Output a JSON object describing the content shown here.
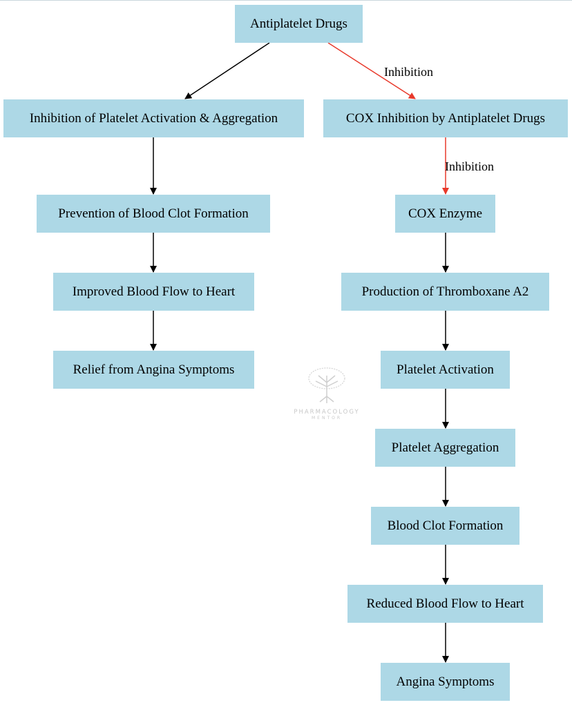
{
  "nodes": {
    "antiplatelet": "Antiplatelet Drugs",
    "inhibition_platelet": "Inhibition of Platelet Activation & Aggregation",
    "cox_inhibition": "COX Inhibition by Antiplatelet Drugs",
    "prevention": "Prevention of Blood Clot Formation",
    "cox_enzyme": "COX Enzyme",
    "improved_flow": "Improved Blood Flow to Heart",
    "thromboxane": "Production of Thromboxane A2",
    "relief": "Relief from Angina Symptoms",
    "platelet_activation": "Platelet Activation",
    "platelet_aggregation": "Platelet Aggregation",
    "clot_formation": "Blood Clot Formation",
    "reduced_flow": "Reduced Blood Flow to Heart",
    "angina": "Angina Symptoms"
  },
  "edge_labels": {
    "drugs_to_cox": "Inhibition",
    "cox_to_enzyme": "Inhibition"
  },
  "colors": {
    "node_fill": "#add8e6",
    "edge_default": "#000000",
    "edge_inhibition": "#e8392b"
  },
  "watermark": {
    "line1": "PHARMACOLOGY",
    "line2": "MENTOR"
  }
}
